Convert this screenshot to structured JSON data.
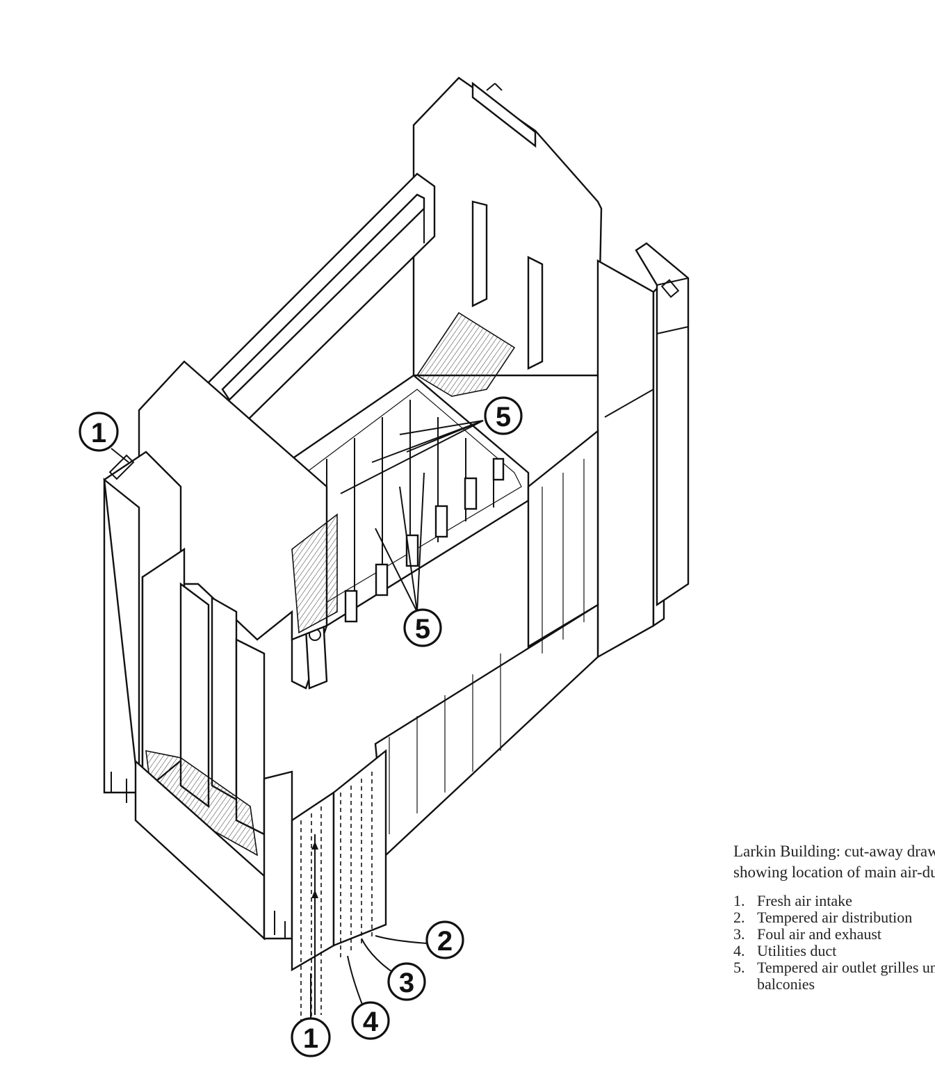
{
  "caption": {
    "title": "Larkin Building: cut-away drawing showing location of main air-ducts.",
    "legend": [
      {
        "num": "1.",
        "text": "Fresh air intake"
      },
      {
        "num": "2.",
        "text": "Tempered air distribution"
      },
      {
        "num": "3.",
        "text": "Foul air and exhaust"
      },
      {
        "num": "4.",
        "text": "Utilities duct"
      },
      {
        "num": "5.",
        "text": "Tempered air outlet grilles under edge of balconies"
      }
    ]
  },
  "callouts": {
    "c1_top": "1",
    "c1_bottom": "1",
    "c2": "2",
    "c3": "3",
    "c4": "4",
    "c5_top": "5",
    "c5_middle": "5"
  }
}
